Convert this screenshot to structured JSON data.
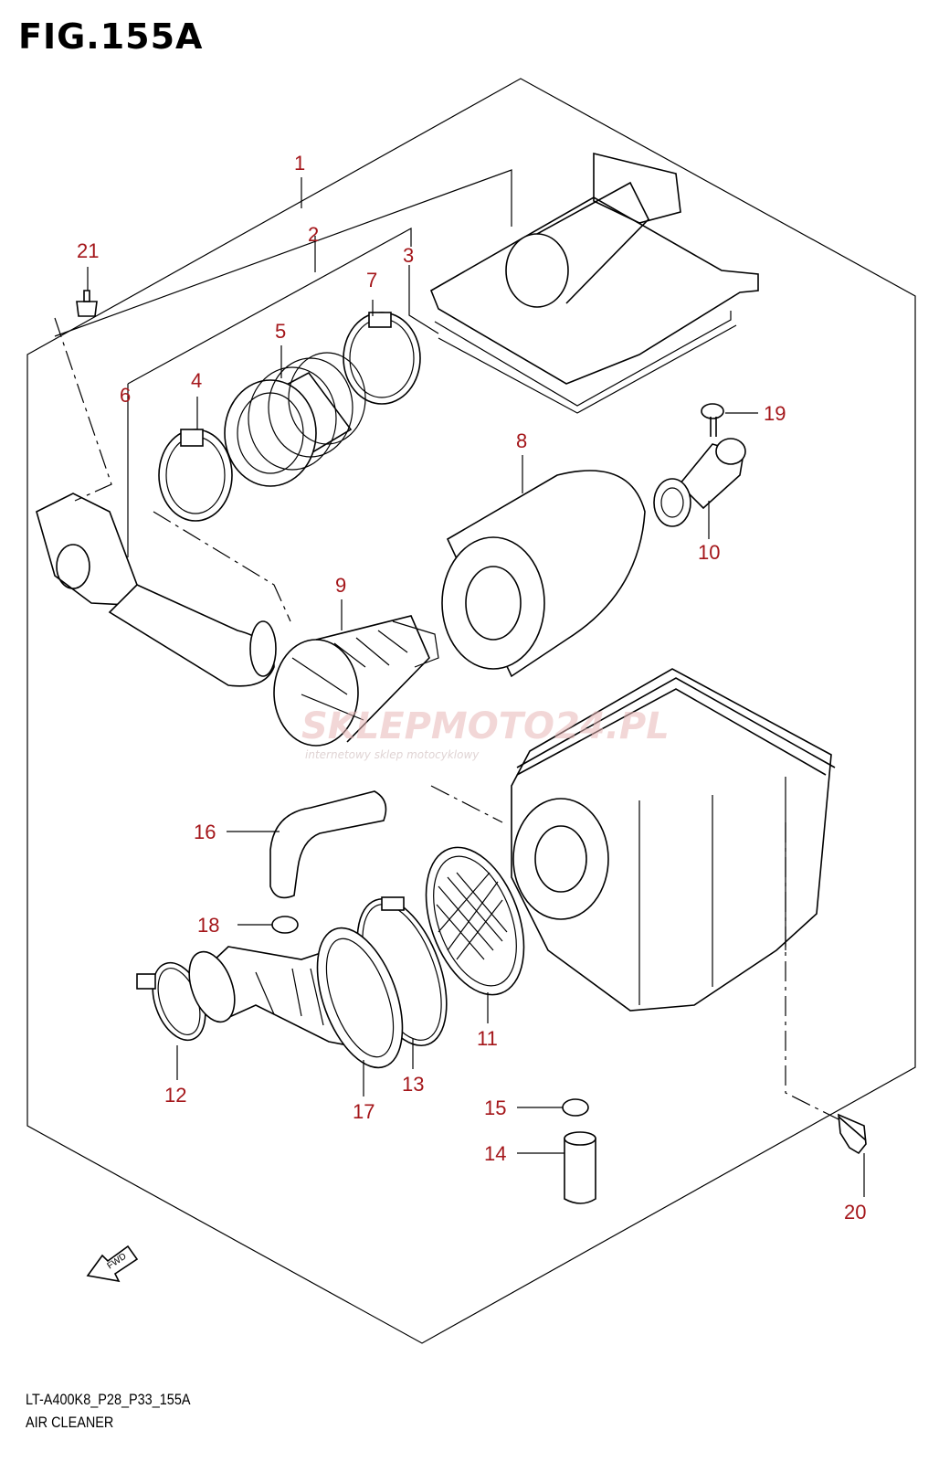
{
  "figure": {
    "title": "FIG.155A",
    "drawing_code": "LT-A400K8_P28_P33_155A",
    "drawing_name": "AIR CLEANER"
  },
  "callouts": [
    "1",
    "2",
    "3",
    "4",
    "5",
    "6",
    "7",
    "8",
    "9",
    "10",
    "11",
    "12",
    "13",
    "14",
    "15",
    "16",
    "17",
    "18",
    "19",
    "20",
    "21"
  ],
  "fwd_label": "FWD",
  "watermark": {
    "logo": "SKLEPMOTO24.PL",
    "tagline": "internetowy sklep motocyklowy"
  },
  "colors": {
    "callout": "#a4161a",
    "line": "#000000",
    "watermark": "#e8b7b7"
  }
}
